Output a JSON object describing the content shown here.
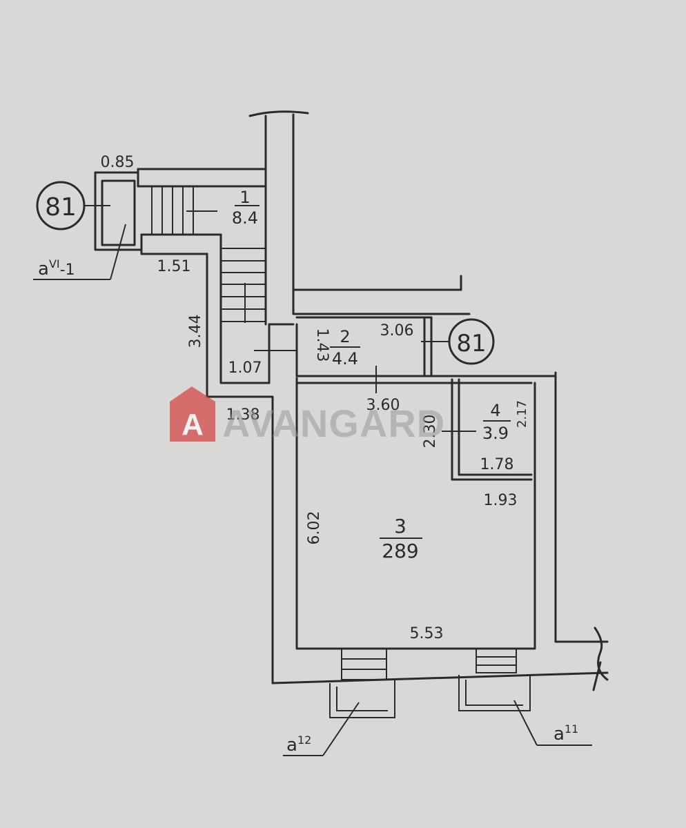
{
  "watermark": {
    "text": "AVANGARD",
    "logo_letter": "A",
    "logo_color": "#d44a4a"
  },
  "rooms": [
    {
      "number": "1",
      "area": "8.4"
    },
    {
      "number": "2",
      "area": "4.4"
    },
    {
      "number": "3",
      "area": "289"
    },
    {
      "number": "4",
      "area": "3.9"
    }
  ],
  "markers": {
    "left_circle": "81",
    "right_circle": "81"
  },
  "labels": {
    "stair_left": "a",
    "stair_left_sup": "VI",
    "stair_left_suffix": "-1",
    "exit_left": "a",
    "exit_left_sup": "12",
    "exit_right": "a",
    "exit_right_sup": "11"
  },
  "dimensions": {
    "d_0_85": "0.85",
    "d_1_51": "1.51",
    "d_3_44": "3.44",
    "d_1_07": "1.07",
    "d_1_38": "1.38",
    "d_1_43": "1.43",
    "d_3_06": "3.06",
    "d_3_60": "3.60",
    "d_2_30": "2.30",
    "d_2_17": "2.17",
    "d_1_78": "1.78",
    "d_1_93": "1.93",
    "d_6_02": "6.02",
    "d_5_53": "5.53"
  },
  "colors": {
    "ink": "#2a2a2a",
    "paper": "#d9d8d6",
    "wall_fill": "#dcdbd8"
  }
}
